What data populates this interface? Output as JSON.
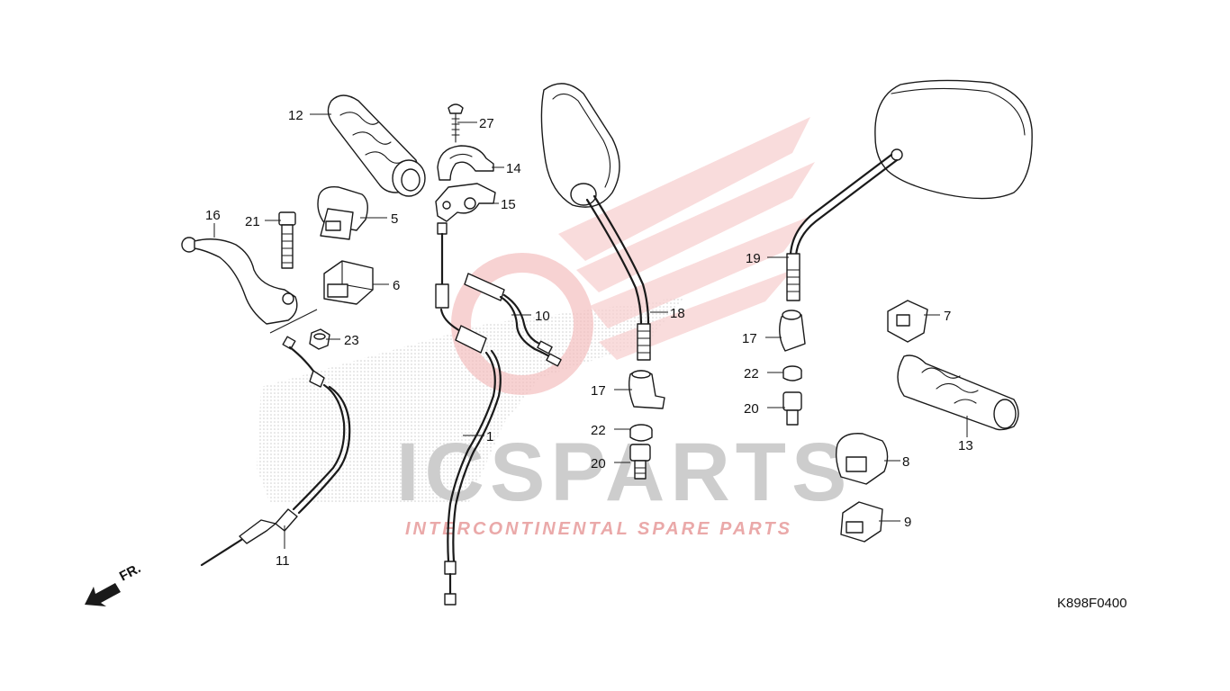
{
  "diagram": {
    "code": "K898F0400",
    "front_marker": "FR.",
    "callouts": [
      {
        "id": "c12",
        "text": "12"
      },
      {
        "id": "c27",
        "text": "27"
      },
      {
        "id": "c14",
        "text": "14"
      },
      {
        "id": "c15",
        "text": "15"
      },
      {
        "id": "c5",
        "text": "5"
      },
      {
        "id": "c16",
        "text": "16"
      },
      {
        "id": "c21",
        "text": "21"
      },
      {
        "id": "c6",
        "text": "6"
      },
      {
        "id": "c23",
        "text": "23"
      },
      {
        "id": "c10",
        "text": "10"
      },
      {
        "id": "c1",
        "text": "1"
      },
      {
        "id": "c11",
        "text": "11"
      },
      {
        "id": "c18",
        "text": "18"
      },
      {
        "id": "c17a",
        "text": "17"
      },
      {
        "id": "c22a",
        "text": "22"
      },
      {
        "id": "c20a",
        "text": "20"
      },
      {
        "id": "c19",
        "text": "19"
      },
      {
        "id": "c17b",
        "text": "17"
      },
      {
        "id": "c22b",
        "text": "22"
      },
      {
        "id": "c20b",
        "text": "20"
      },
      {
        "id": "c7",
        "text": "7"
      },
      {
        "id": "c13",
        "text": "13"
      },
      {
        "id": "c8",
        "text": "8"
      },
      {
        "id": "c9",
        "text": "9"
      }
    ]
  },
  "watermark": {
    "brand": "ICSPARTS",
    "tagline": "INTERCONTINENTAL SPARE PARTS",
    "color_red": "#e53a3a",
    "color_grey": "#c8c8c8"
  }
}
